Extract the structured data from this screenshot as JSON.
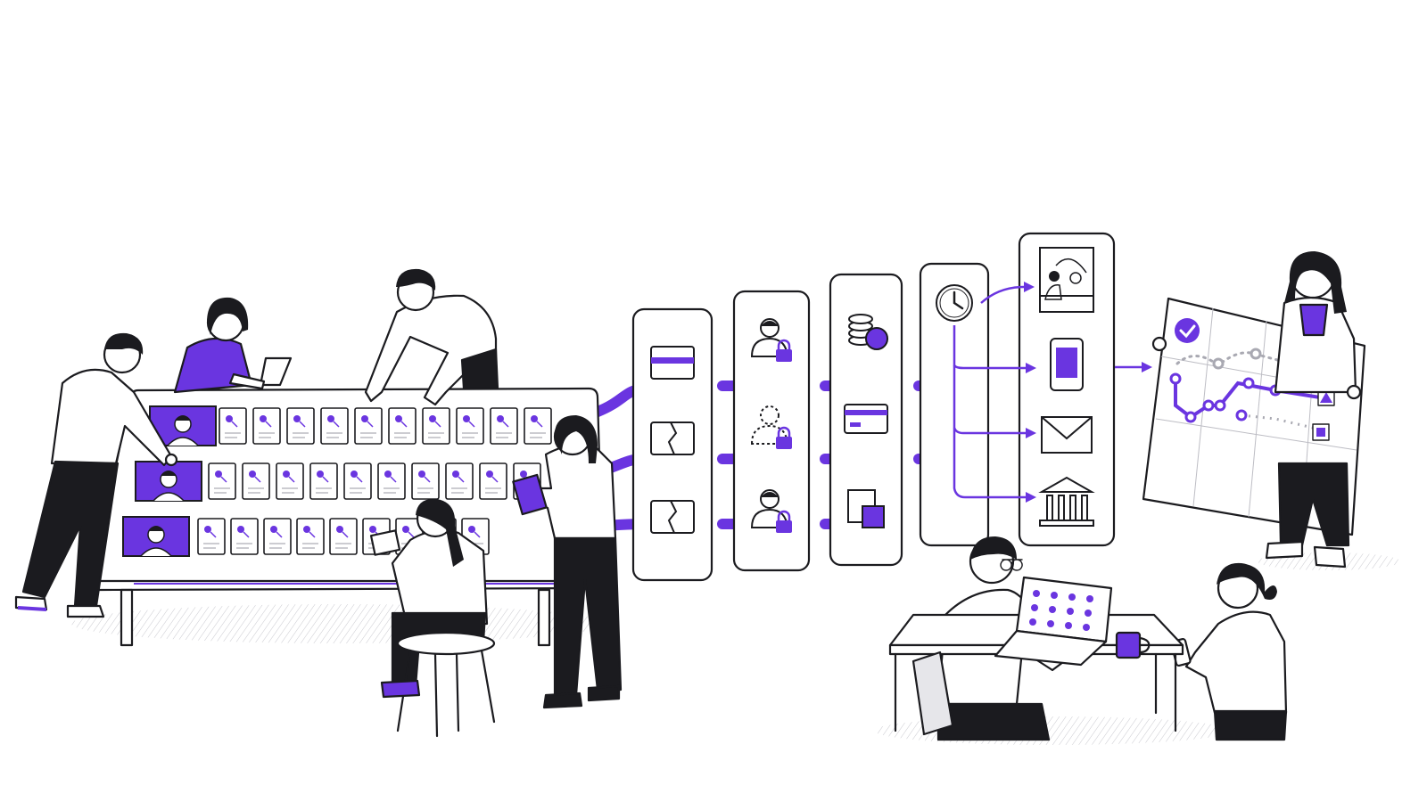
{
  "colors": {
    "accent": "#6a35e0",
    "ink": "#1b1b1f",
    "paper": "#ffffff",
    "shade": "#e6e6ea"
  },
  "board": {
    "rows": [
      {
        "avatar": "person-avatar-man",
        "card_count": 10
      },
      {
        "avatar": "person-avatar-woman",
        "card_count": 10
      },
      {
        "avatar": "person-avatar-man-glasses",
        "card_count": 9
      }
    ]
  },
  "panels": [
    {
      "name": "identity-check-panel",
      "icons": [
        "id-card-icon",
        "broken-card-icon",
        "broken-card-icon"
      ]
    },
    {
      "name": "locked-profile-panel",
      "icons": [
        "person-lock-icon",
        "dashed-person-lock-icon",
        "person-lock-icon"
      ]
    },
    {
      "name": "payment-panel",
      "icons": [
        "coin-stack-icon",
        "credit-card-icon",
        "document-square-icon"
      ]
    },
    {
      "name": "schedule-panel",
      "icons": [
        "clock-icon"
      ]
    },
    {
      "name": "channels-panel",
      "icons": [
        "service-desk-icon",
        "smartphone-icon",
        "envelope-icon",
        "bank-icon"
      ]
    }
  ],
  "map": {
    "icons": [
      "checkmark-badge-icon",
      "triangle-marker-icon",
      "triangle-marker-icon",
      "square-marker-icon"
    ]
  },
  "laptop": {
    "grid_dots": 12
  }
}
